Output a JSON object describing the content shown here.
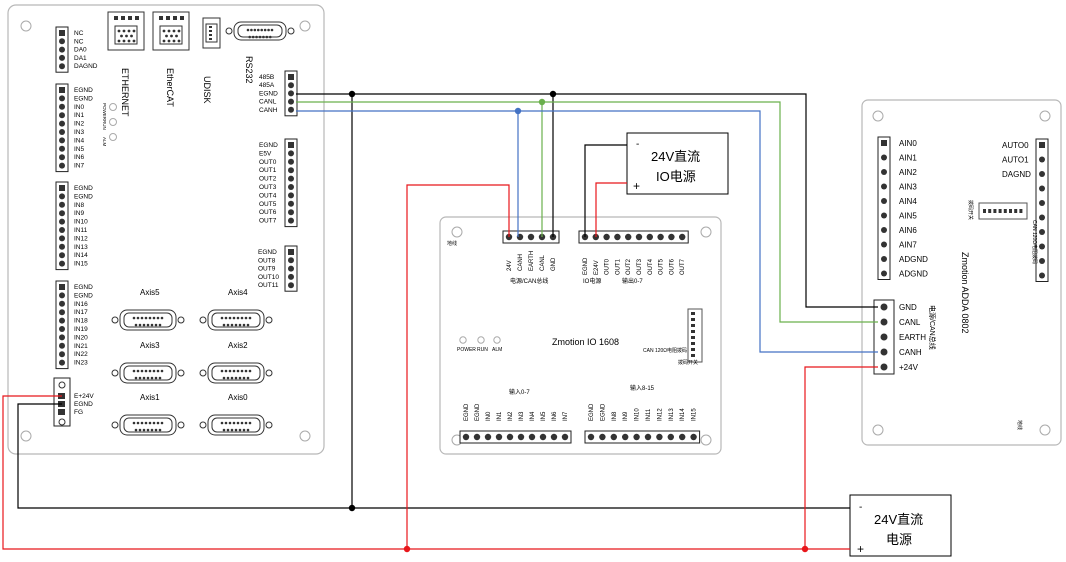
{
  "controller": {
    "da_pins": [
      "NC",
      "NC",
      "DA0",
      "DA1",
      "DAGND"
    ],
    "in_block1": [
      "EGND",
      "EGND",
      "IN0",
      "IN1",
      "IN2",
      "IN3",
      "IN4",
      "IN5",
      "IN6",
      "IN7"
    ],
    "in_block2": [
      "EGND",
      "EGND",
      "IN8",
      "IN9",
      "IN10",
      "IN11",
      "IN12",
      "IN13",
      "IN14",
      "IN15"
    ],
    "in_block3": [
      "EGND",
      "EGND",
      "IN16",
      "IN17",
      "IN18",
      "IN19",
      "IN20",
      "IN21",
      "IN22",
      "IN23"
    ],
    "power_pins": [
      "E+24V",
      "EGND",
      "FG"
    ],
    "leds": [
      "POWER",
      "RUN",
      "ALM"
    ],
    "ports": [
      "ETHERNET",
      "EtherCAT",
      "UDISK",
      "RS232"
    ],
    "bus_pins": [
      "485B",
      "485A",
      "EGND",
      "CANL",
      "CANH"
    ],
    "out_block1": [
      "EGND",
      "E5V",
      "OUT0",
      "OUT1",
      "OUT2",
      "OUT3",
      "OUT4",
      "OUT5",
      "OUT6",
      "OUT7"
    ],
    "out_block2": [
      "EGND",
      "OUT8",
      "OUT9",
      "OUT10",
      "OUT11"
    ],
    "axes": [
      "Axis5",
      "Axis4",
      "Axis3",
      "Axis2",
      "Axis1",
      "Axis0"
    ]
  },
  "io1608": {
    "name": "Zmotion IO 1608",
    "corner_label": "地线",
    "power_pins": [
      "24V",
      "CANH",
      "EARTH",
      "CANL",
      "GND"
    ],
    "power_caption": "电源/CAN总线",
    "io_pins": [
      "EGND",
      "E24V",
      "OUT0",
      "OUT1",
      "OUT2",
      "OUT3",
      "OUT4",
      "OUT5",
      "OUT6",
      "OUT7"
    ],
    "io_caption": "IO电源",
    "out_caption": "输出0-7",
    "leds": [
      "POWER",
      "RUN",
      "ALM"
    ],
    "dip_caption": "CAN 120Ω电阻拨码",
    "dip_note": "拨码开关",
    "in_caption1": "输入0-7",
    "in_caption2": "输入8-15",
    "in_pins1": [
      "EGND",
      "EGND",
      "IN0",
      "IN1",
      "IN2",
      "IN3",
      "IN4",
      "IN5",
      "IN6",
      "IN7"
    ],
    "in_pins2": [
      "EGND",
      "EGND",
      "IN8",
      "IN9",
      "IN10",
      "IN11",
      "IN12",
      "IN13",
      "IN14",
      "IN15"
    ]
  },
  "adda": {
    "name": "Zmotion ADDA 0802",
    "ain_pins": [
      "AIN0",
      "AIN1",
      "AIN2",
      "AIN3",
      "AIN4",
      "AIN5",
      "AIN6",
      "AIN7",
      "ADGND",
      "ADGND"
    ],
    "aout_pins": [
      "AUTO0",
      "AUTO1",
      "DAGND"
    ],
    "power_pins": [
      "GND",
      "CANL",
      "EARTH",
      "CANH",
      "+24V"
    ],
    "power_caption": "电源/CAN总线",
    "dip_caption": "CAN 120Ω电阻拨码",
    "dip_note": "拨码开关",
    "corner_label": "地线"
  },
  "psu_io": {
    "line1": "24V直流",
    "line2": "IO电源",
    "minus": "-",
    "plus": "+"
  },
  "psu_main": {
    "line1": "24V直流",
    "line2": "电源",
    "minus": "-",
    "plus": "+"
  },
  "wire_colors": {
    "black": "#000000",
    "red": "#e8161b",
    "green": "#6ab04c",
    "blue": "#4472c4"
  }
}
